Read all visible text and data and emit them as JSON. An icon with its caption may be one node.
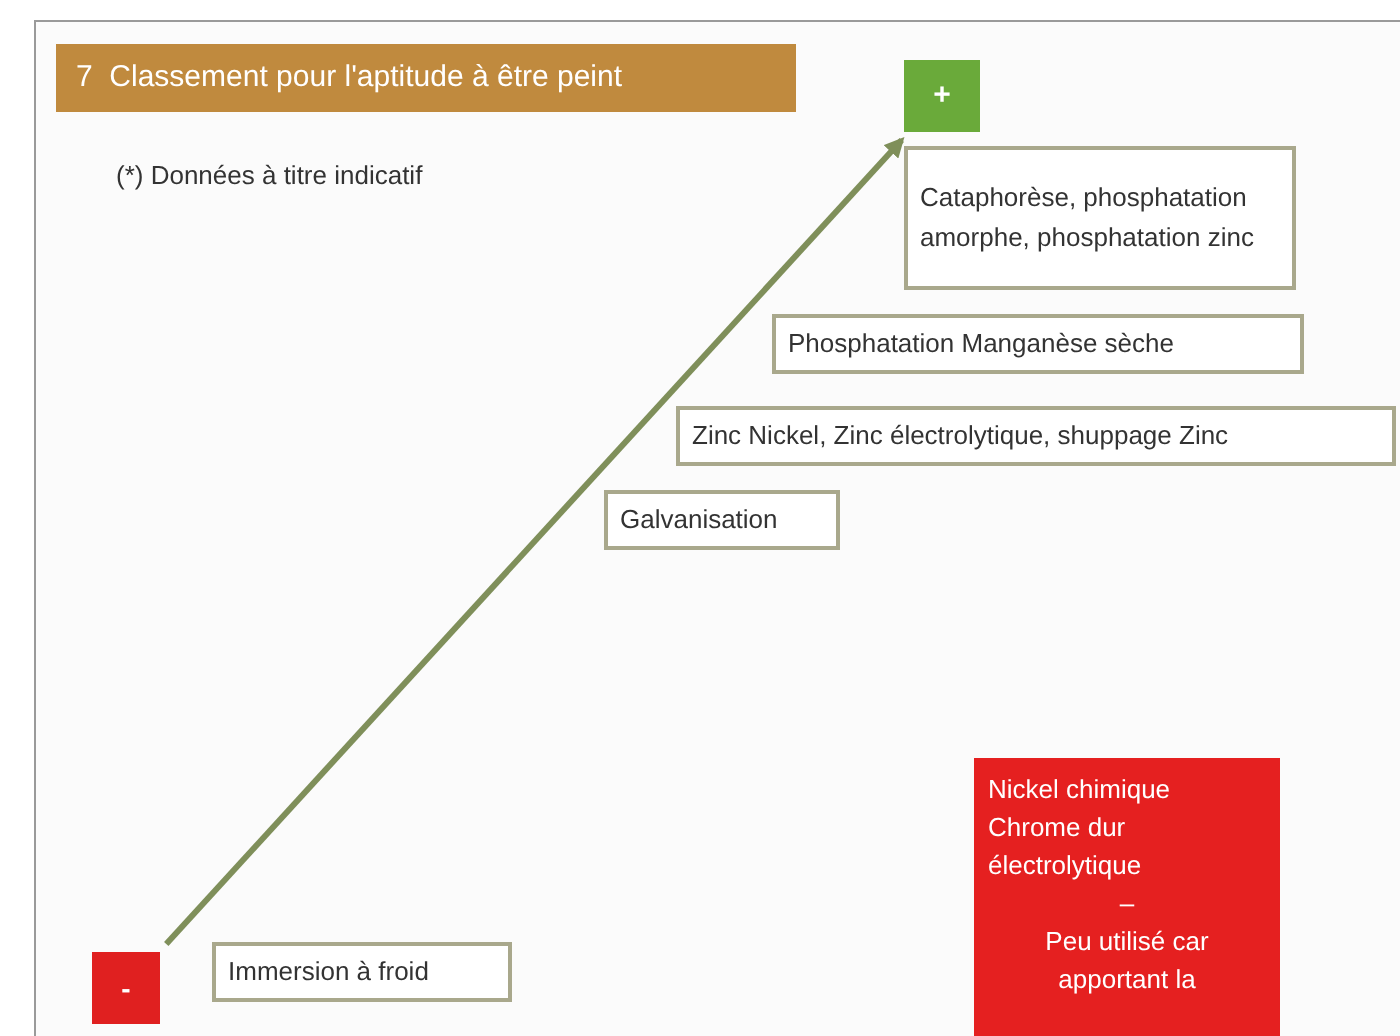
{
  "diagram": {
    "title": "7  Classement pour l'aptitude à être peint",
    "nodes": [
      {
        "text": [
          "+"
        ]
      },
      {
        "text": [
          "Cataphorèse, phosphatation amorphe, phosphatation zinc"
        ]
      },
      {
        "text": [
          "Phosphatation Manganèse sèche"
        ]
      },
      {
        "text": [
          "Zinc Nickel, Zinc électrolytique, shuppage Zinc"
        ]
      },
      {
        "text": [
          "Galvanisation"
        ]
      },
      {
        "text": [
          "Nickel chimique Chrome dur électrolytique",
          "–",
          "Peu utilisé car apportant la"
        ]
      },
      {
        "text": [
          "-"
        ]
      },
      {
        "text": [
          "Immersion à froid"
        ]
      }
    ],
    "edges": [
      {
        "from": 6,
        "to": 0,
        "arrow": "to",
        "color": "#7f8f5a"
      }
    ],
    "labels": [
      "(*) Données à titre indicatif"
    ]
  }
}
